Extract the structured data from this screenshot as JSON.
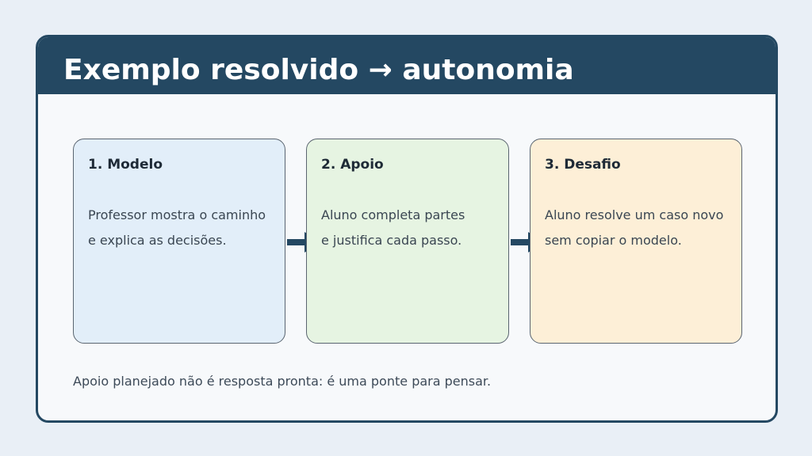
{
  "header": {
    "title": "Exemplo resolvido → autonomia"
  },
  "steps": [
    {
      "title": "1. Modelo",
      "lines": [
        "Professor mostra o caminho",
        "e explica as decisões."
      ],
      "color": "#e2eef9"
    },
    {
      "title": "2. Apoio",
      "lines": [
        "Aluno completa partes",
        "e justifica cada passo."
      ],
      "color": "#e6f4e2"
    },
    {
      "title": "3. Desafio",
      "lines": [
        "Aluno resolve um caso novo",
        "sem copiar o modelo."
      ],
      "color": "#fdefd7"
    }
  ],
  "footer": {
    "note": "Apoio planejado não é resposta pronta: é uma ponte para pensar."
  },
  "colors": {
    "accent": "#244862",
    "background": "#e9eff6",
    "panel": "#f7f9fb"
  }
}
